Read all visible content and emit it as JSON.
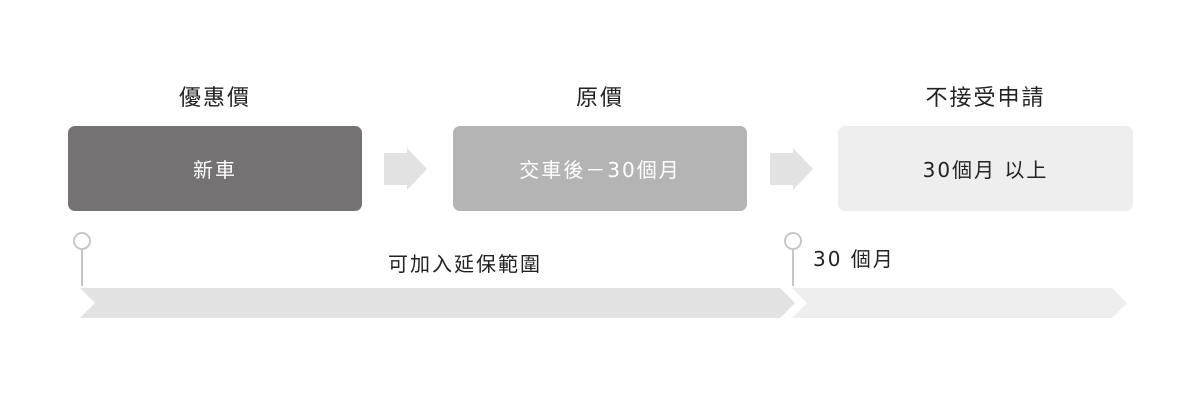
{
  "stages": [
    {
      "header": "優惠價",
      "box": "新車",
      "fill": "#747272",
      "text_color": "#ffffff"
    },
    {
      "header": "原價",
      "box": "交車後－30個月",
      "fill": "#b3b4b3",
      "text_color": "#ffffff"
    },
    {
      "header": "不接受申請",
      "box": "30個月 以上",
      "fill": "#edeeed",
      "text_color": "#222222"
    }
  ],
  "arrow_color": "#e1e2e1",
  "timeline": [
    {
      "label": "可加入延保範圍",
      "color": "#e1e2e1"
    },
    {
      "label": "30 個月",
      "color": "#edeeed"
    }
  ],
  "marker_color": "#c6c6c6"
}
